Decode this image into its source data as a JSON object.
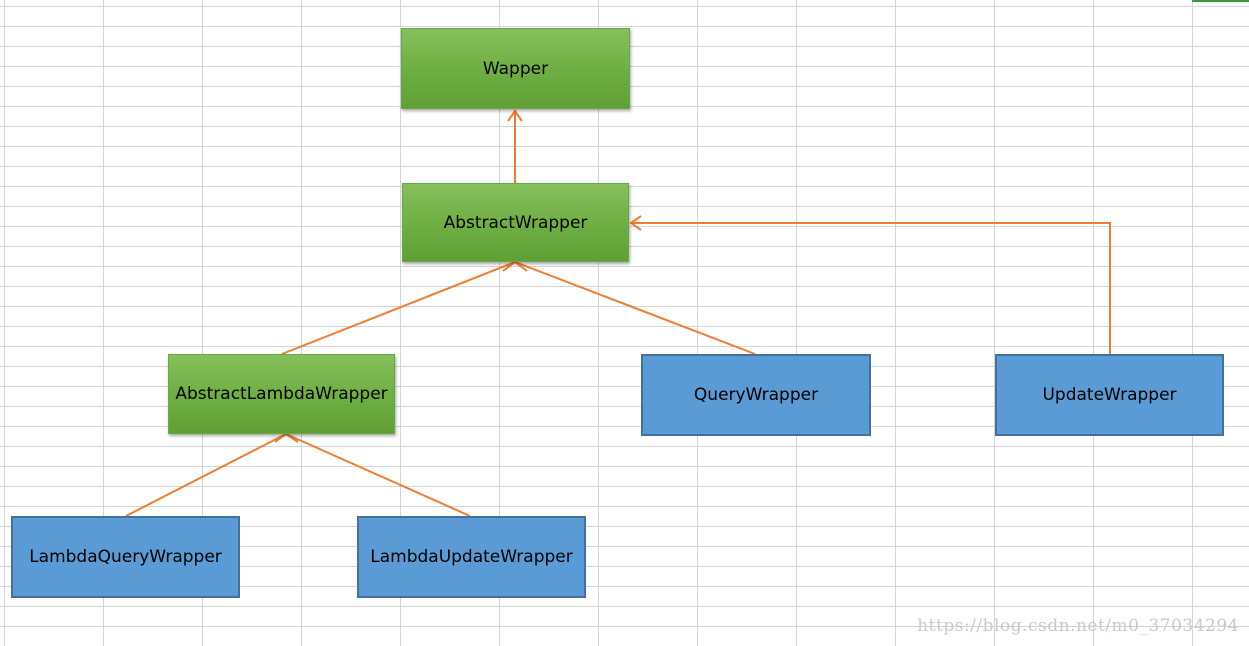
{
  "nodes": {
    "wapper": "Wapper",
    "abstract_wrapper": "AbstractWrapper",
    "abstract_lambda_wrapper": "AbstractLambdaWrapper",
    "query_wrapper": "QueryWrapper",
    "update_wrapper": "UpdateWrapper",
    "lambda_query_wrapper": "LambdaQueryWrapper",
    "lambda_update_wrapper": "LambdaUpdateWrapper"
  },
  "colors": {
    "parent_fill": "#70ad47",
    "child_fill": "#5b9bd5",
    "child_border": "#41719c",
    "arrow": "#ed7d31",
    "grid": "#d4d4d4"
  },
  "watermark": "https://blog.csdn.net/m0_37034294"
}
